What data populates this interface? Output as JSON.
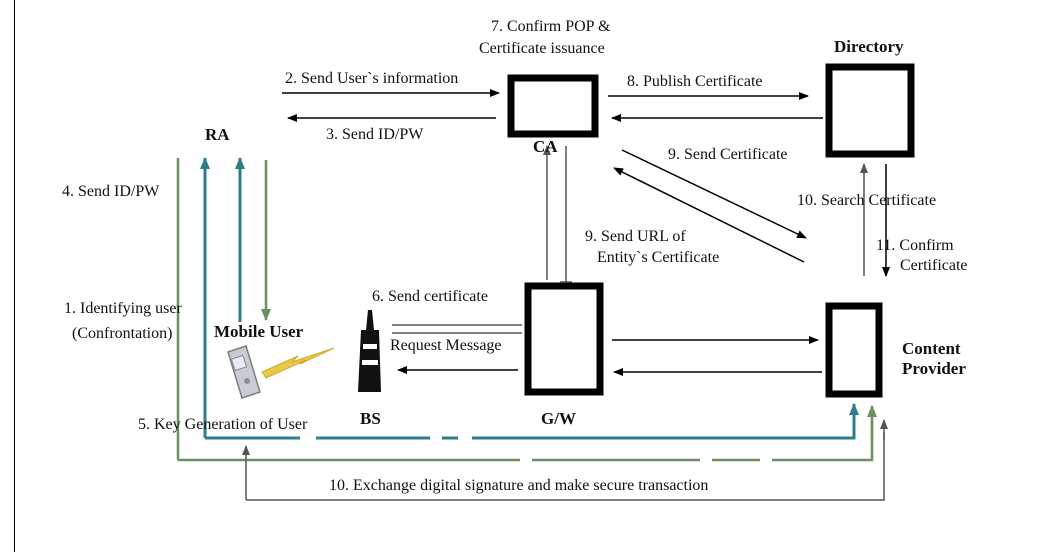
{
  "colors": {
    "teal": "#2e7e8a",
    "green": "#6b8f5e",
    "gray": "#555555",
    "black": "#000000"
  },
  "entities": {
    "ra": "RA",
    "ca": "CA",
    "directory": "Directory",
    "mobile_user": "Mobile User",
    "bs": "BS",
    "gw": "G/W",
    "content_provider_line1": "Content",
    "content_provider_line2": "Provider"
  },
  "steps": {
    "s1_line1": "1. Identifying user",
    "s1_line2": "(Confrontation)",
    "s2": "2. Send User`s information",
    "s3": "3. Send ID/PW",
    "s4": "4. Send ID/PW",
    "s5": "5. Key Generation of User",
    "s6": "6. Send certificate",
    "request": "Request Message",
    "s7_line1": "7. Confirm POP &",
    "s7_line2": "Certificate issuance",
    "s8": "8. Publish Certificate",
    "s9a": "9. Send Certificate",
    "s9b_line1": "9. Send URL of",
    "s9b_line2": "Entity`s Certificate",
    "s10a": "10. Search Certificate",
    "s10b": "10. Exchange digital signature and make secure transaction",
    "s11_line1": "11. Confirm",
    "s11_line2": "Certificate"
  },
  "icons": {
    "phone": "mobile-phone-icon",
    "tower": "base-station-tower-icon",
    "signal": "wireless-signal-icon"
  }
}
